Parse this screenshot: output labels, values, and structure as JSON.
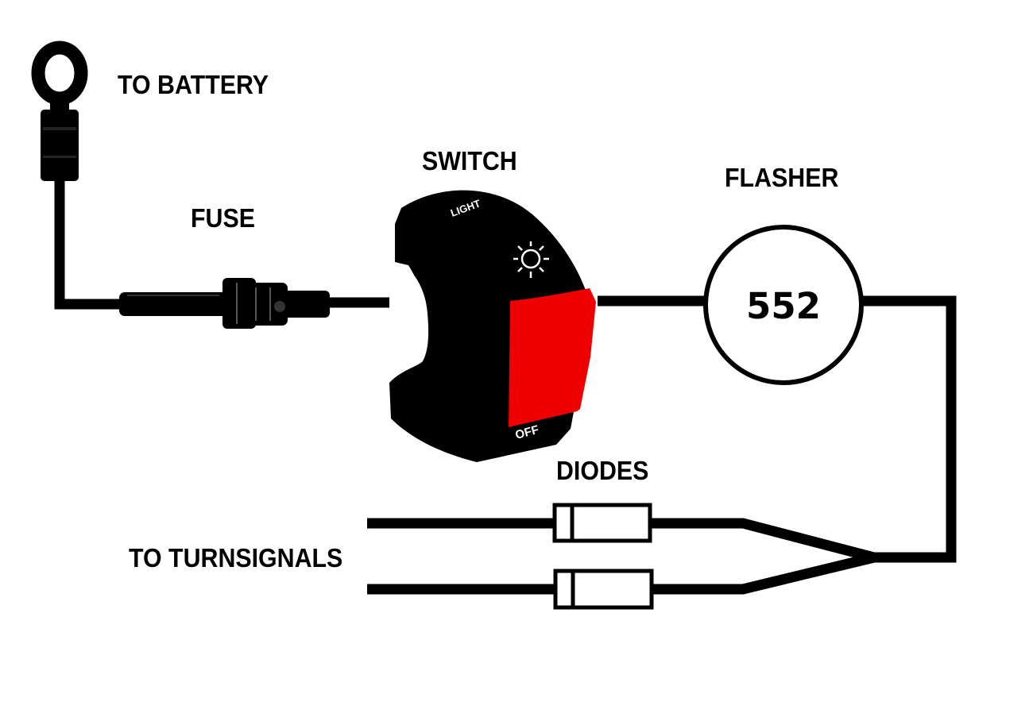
{
  "labels": {
    "battery": "TO BATTERY",
    "fuse": "FUSE",
    "switch": "SWITCH",
    "flasher": "FLASHER",
    "diodes": "DIODES",
    "turnsignals": "TO TURNSIGNALS"
  },
  "flasher_number": "552",
  "switch_markings": {
    "top": "LIGHT",
    "bottom": "OFF"
  },
  "colors": {
    "wire": "#000000",
    "switch_body": "#000000",
    "switch_rocker": "#ee0000",
    "background": "#ffffff"
  },
  "icons": [
    "ring-terminal-icon",
    "inline-fuse-icon",
    "handlebar-switch-icon",
    "headlight-icon",
    "flasher-relay-icon",
    "diode-icon"
  ]
}
